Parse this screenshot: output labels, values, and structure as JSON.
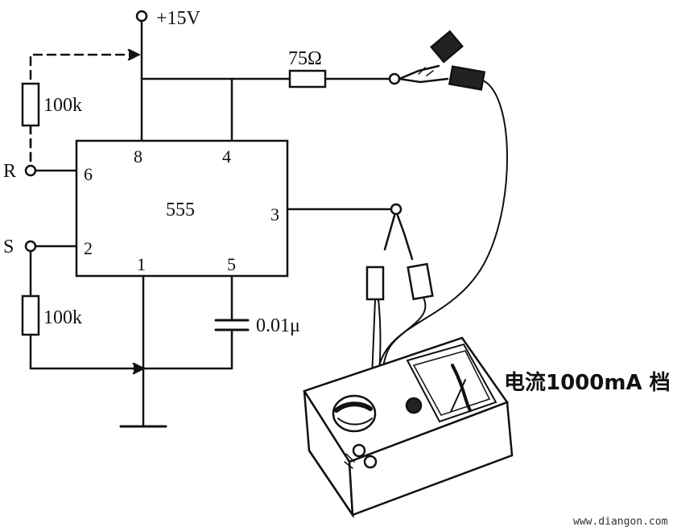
{
  "supply": "+15V",
  "resistor_top": "75Ω",
  "resistor_r": "100k",
  "resistor_s": "100k",
  "capacitor": "0.01μ",
  "chip": "555",
  "pins": {
    "p8": "8",
    "p4": "4",
    "p6": "6",
    "p2": "2",
    "p3": "3",
    "p1": "1",
    "p5": "5"
  },
  "terminal_r": "R",
  "terminal_s": "S",
  "meter_label": "电流1000mA 档",
  "watermark": "www.diangon.com"
}
